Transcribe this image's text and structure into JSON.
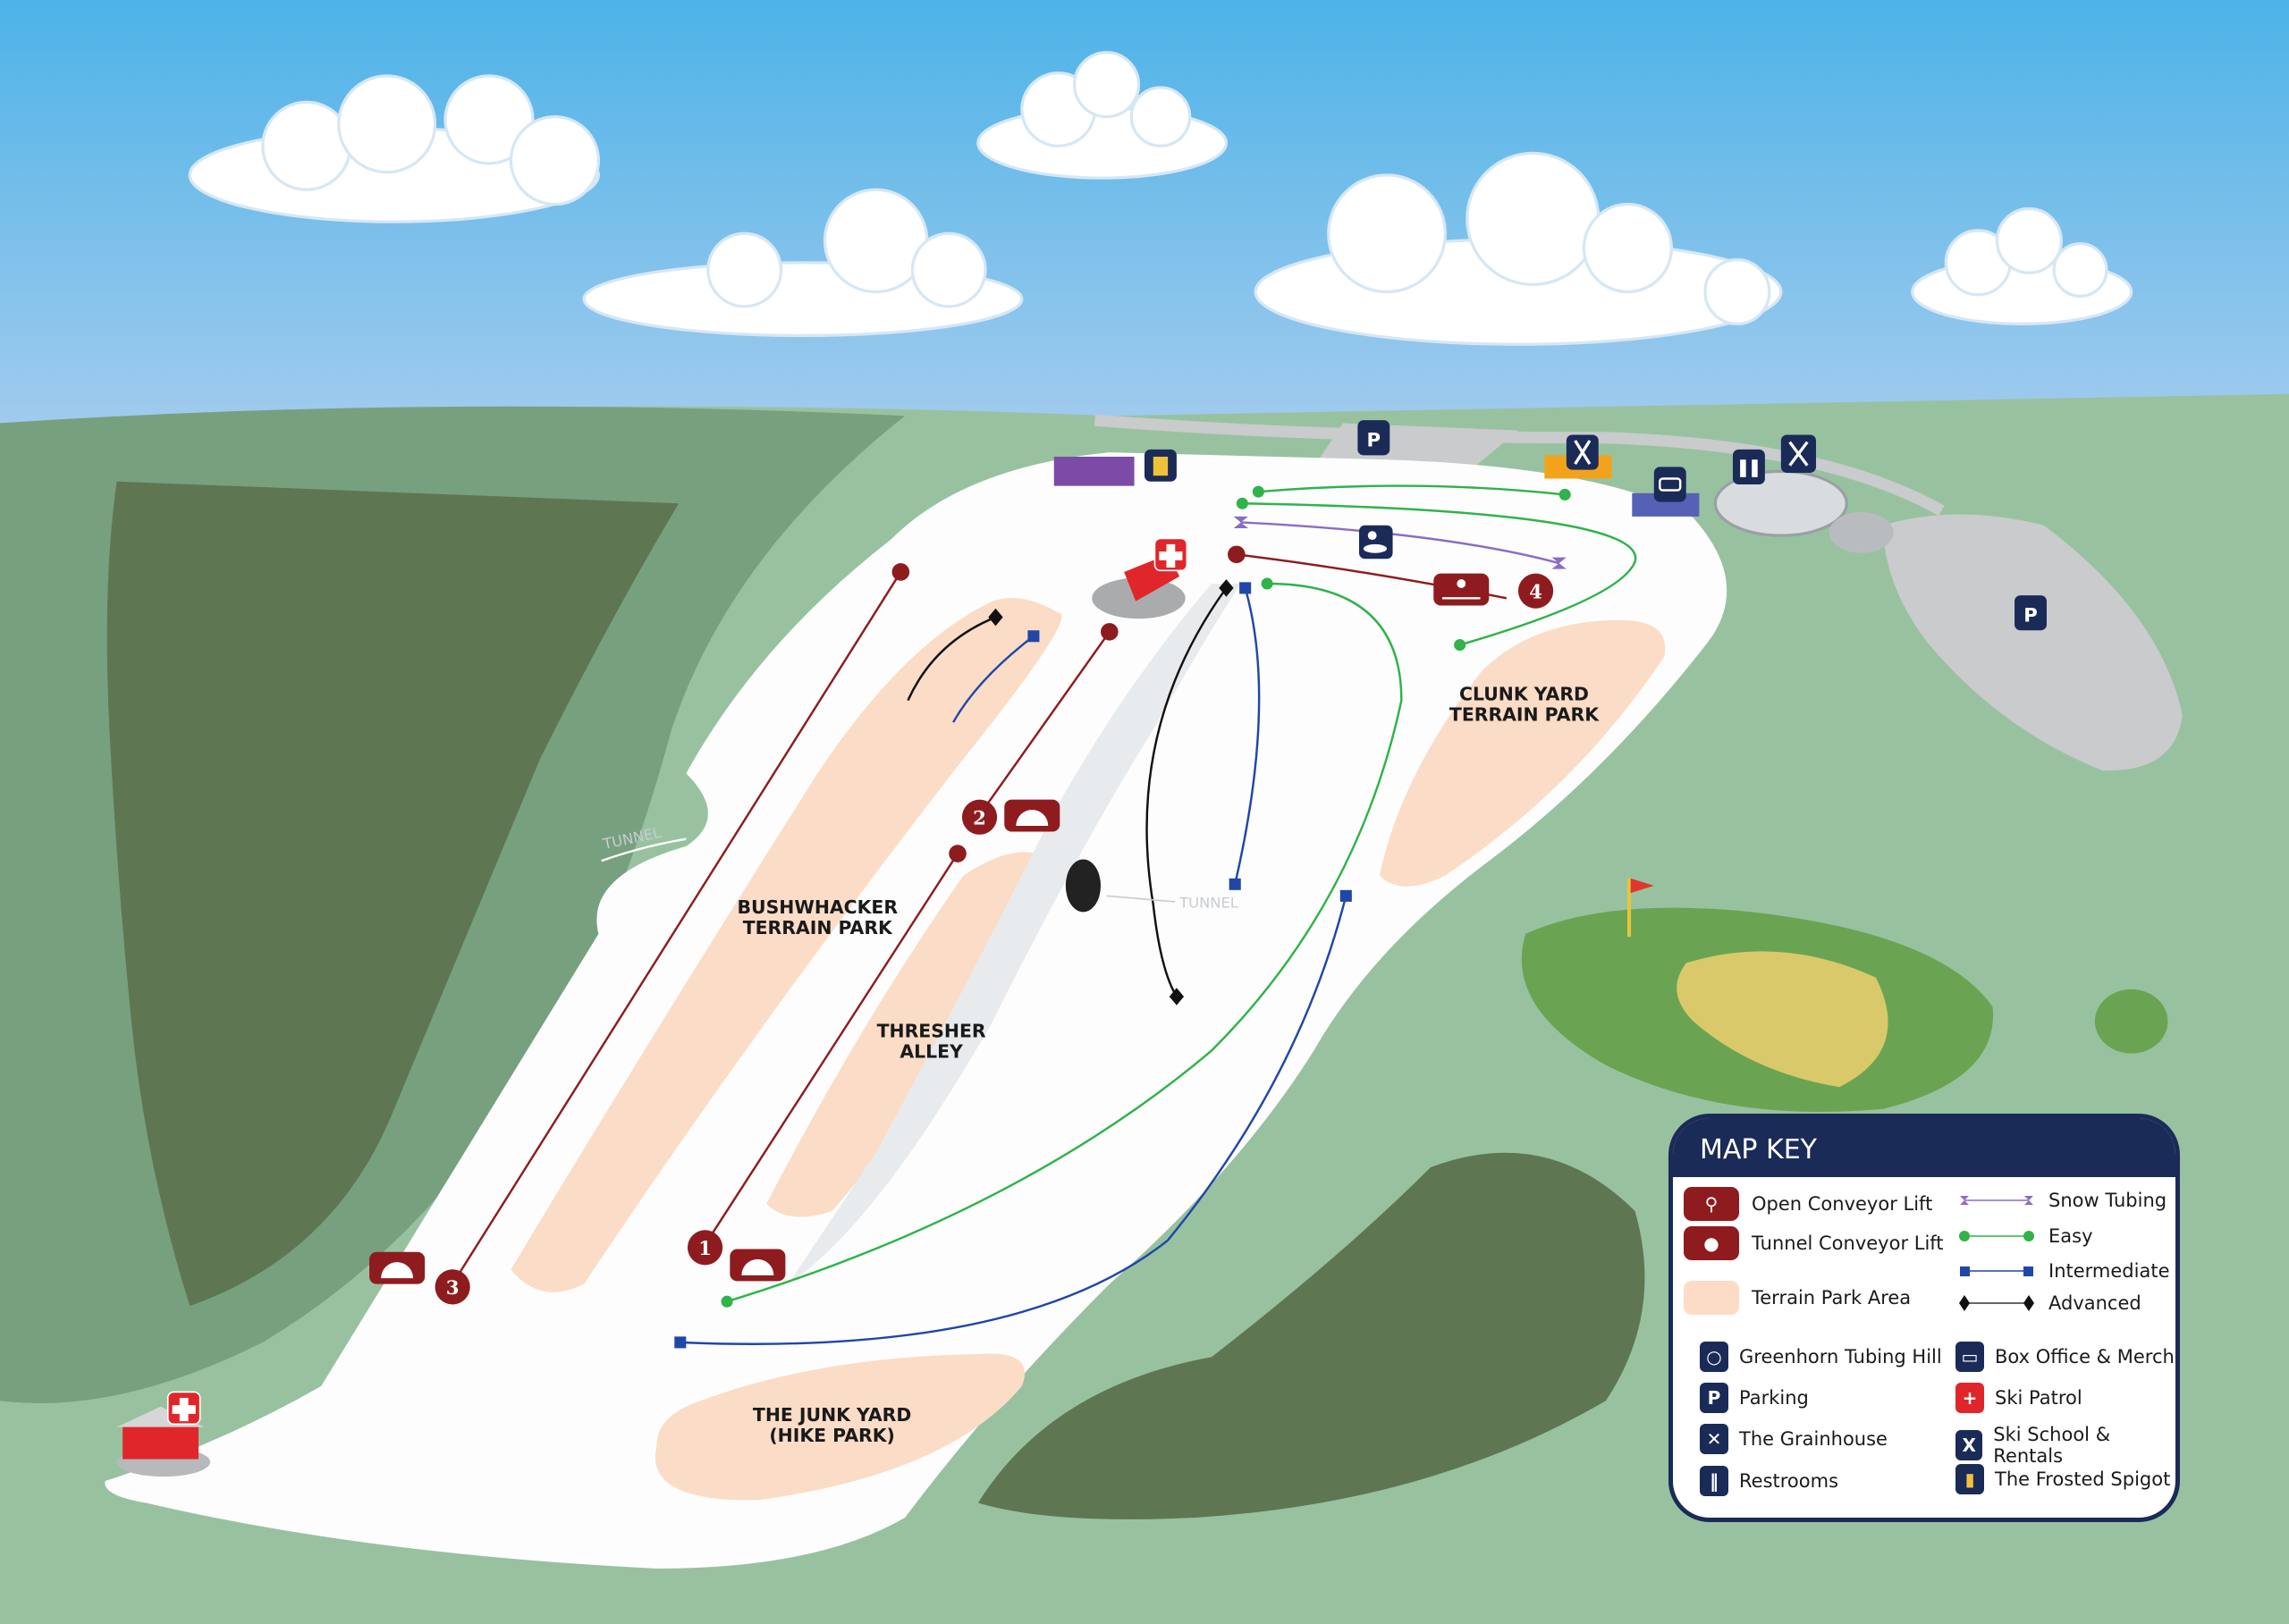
{
  "map": {
    "labels": {
      "bushwhacker_1": "BUSHWHACKER",
      "bushwhacker_2": "TERRAIN PARK",
      "thresher_1": "THRESHER",
      "thresher_2": "ALLEY",
      "clunk_1": "CLUNK YARD",
      "clunk_2": "TERRAIN PARK",
      "junk_1": "THE JUNK YARD",
      "junk_2": "(HIKE PARK)",
      "tunnel_left": "TUNNEL",
      "tunnel_center": "TUNNEL"
    },
    "lift_numbers": [
      "1",
      "2",
      "3",
      "4"
    ],
    "parking_icon": "P"
  },
  "key": {
    "title": "MAP KEY",
    "lifts": [
      {
        "icon": "open-conveyor-lift-icon",
        "label": "Open Conveyor Lift"
      },
      {
        "icon": "tunnel-conveyor-lift-icon",
        "label": "Tunnel Conveyor Lift"
      },
      {
        "icon": "terrain-park-swatch",
        "label": "Terrain Park Area"
      }
    ],
    "trails": [
      {
        "label": "Snow Tubing",
        "color": "#8a6cc4",
        "marker": "bowtie"
      },
      {
        "label": "Easy",
        "color": "#2fb34a",
        "marker": "circle"
      },
      {
        "label": "Intermediate",
        "color": "#1f47a8",
        "marker": "square"
      },
      {
        "label": "Advanced",
        "color": "#111111",
        "marker": "diamond"
      }
    ],
    "amenities_left": [
      {
        "icon": "tubing-icon",
        "label": "Greenhorn Tubing Hill"
      },
      {
        "icon": "parking-icon",
        "glyph": "P",
        "label": "Parking"
      },
      {
        "icon": "utensils-icon",
        "label": "The Grainhouse"
      },
      {
        "icon": "restroom-icon",
        "label": "Restrooms"
      }
    ],
    "amenities_right": [
      {
        "icon": "ticket-icon",
        "label": "Box Office & Merch"
      },
      {
        "icon": "first-aid-icon",
        "label": "Ski Patrol"
      },
      {
        "icon": "skis-icon",
        "label": "Ski School & Rentals"
      },
      {
        "icon": "beer-icon",
        "label": "The Frosted Spigot"
      }
    ]
  }
}
